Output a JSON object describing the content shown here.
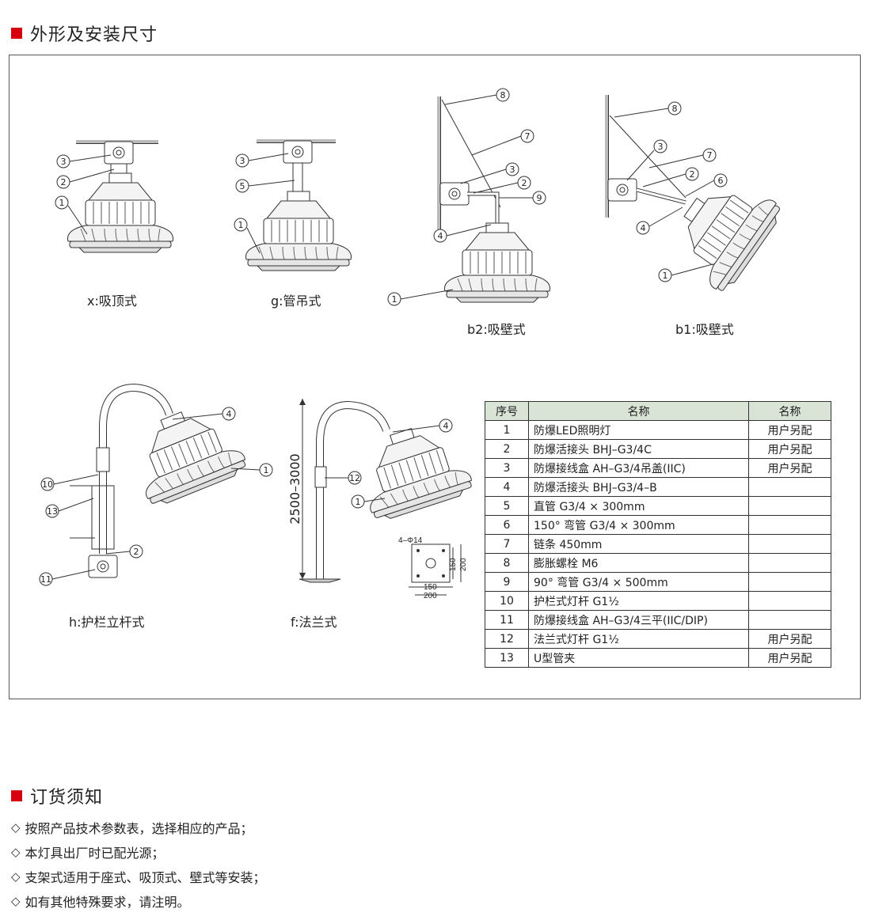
{
  "section1": {
    "title": "外形及安装尺寸"
  },
  "drawings": {
    "captions": [
      "x:吸顶式",
      "g:管吊式",
      "b2:吸壁式",
      "b1:吸壁式",
      "h:护栏立杆式",
      "f:法兰式"
    ],
    "callouts": {
      "x": [
        "3",
        "2",
        "1"
      ],
      "g": [
        "3",
        "5",
        "1"
      ],
      "b2": [
        "8",
        "7",
        "3",
        "2",
        "9",
        "4",
        "1"
      ],
      "b1": [
        "8",
        "3",
        "7",
        "2",
        "6",
        "4",
        "1"
      ],
      "h": [
        "4",
        "1",
        "10",
        "13",
        "2",
        "11"
      ],
      "f": [
        "4",
        "12",
        "1"
      ]
    },
    "height_dim": "2500–3000",
    "flange": {
      "holes": "4–Φ14",
      "dim_150_h": "150",
      "dim_200_h": "200",
      "dim_150_w": "150",
      "dim_200_w": "200"
    }
  },
  "parts_table": {
    "headers": [
      "序号",
      "名称",
      "名称"
    ],
    "rows": [
      {
        "no": "1",
        "name": "防爆LED照明灯",
        "remark": "用户另配"
      },
      {
        "no": "2",
        "name": "防爆活接头 BHJ–G3/4C",
        "remark": "用户另配"
      },
      {
        "no": "3",
        "name": "防爆接线盒 AH–G3/4吊盖(IIC)",
        "remark": "用户另配"
      },
      {
        "no": "4",
        "name": "防爆活接头 BHJ–G3/4–B",
        "remark": ""
      },
      {
        "no": "5",
        "name": "直管 G3/4 × 300mm",
        "remark": ""
      },
      {
        "no": "6",
        "name": "150°  弯管 G3/4 × 300mm",
        "remark": ""
      },
      {
        "no": "7",
        "name": "链条 450mm",
        "remark": ""
      },
      {
        "no": "8",
        "name": "膨胀螺栓 M6",
        "remark": ""
      },
      {
        "no": "9",
        "name": "90°  弯管 G3/4 × 500mm",
        "remark": ""
      },
      {
        "no": "10",
        "name": "护栏式灯杆 G1½",
        "remark": ""
      },
      {
        "no": "11",
        "name": "防爆接线盒 AH–G3/4三平(IIC/DIP)",
        "remark": ""
      },
      {
        "no": "12",
        "name": "法兰式灯杆 G1½",
        "remark": "用户另配"
      },
      {
        "no": "13",
        "name": "U型管夹",
        "remark": "用户另配"
      }
    ]
  },
  "section2": {
    "title": "订货须知"
  },
  "notes": [
    "按照产品技术参数表，选择相应的产品；",
    "本灯具出厂时已配光源；",
    "支架式适用于座式、吸顶式、壁式等安装；",
    "如有其他特殊要求，请注明。"
  ],
  "colors": {
    "accent": "#d7000f",
    "table_header": "#d9e3d6"
  }
}
